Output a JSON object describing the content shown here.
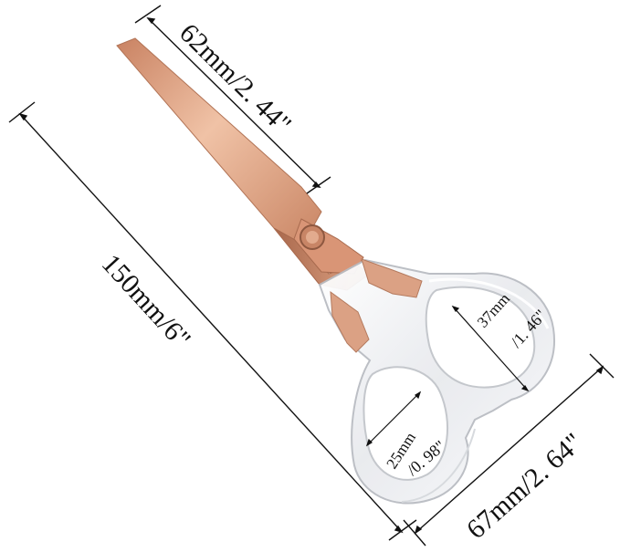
{
  "product": "scissors",
  "colors": {
    "blade": "#d99a7a",
    "blade_dark": "#b8765a",
    "blade_light": "#f2c7ad",
    "handle_edge": "#c9ccd1",
    "dimension_line": "#111111",
    "background": "#ffffff"
  },
  "dimensions": {
    "total_length": {
      "value_mm": 150,
      "label": "150mm/6\""
    },
    "blade_length": {
      "value_mm": 62,
      "label": "62mm/2. 44\""
    },
    "handle_width": {
      "value_mm": 67,
      "label": "67mm/2. 64\""
    },
    "large_loop": {
      "value_mm": 37,
      "label_mm": "37mm",
      "label_in": "/1. 46\""
    },
    "small_loop": {
      "value_mm": 25,
      "label_mm": "25mm",
      "label_in": "/0. 98\""
    }
  }
}
